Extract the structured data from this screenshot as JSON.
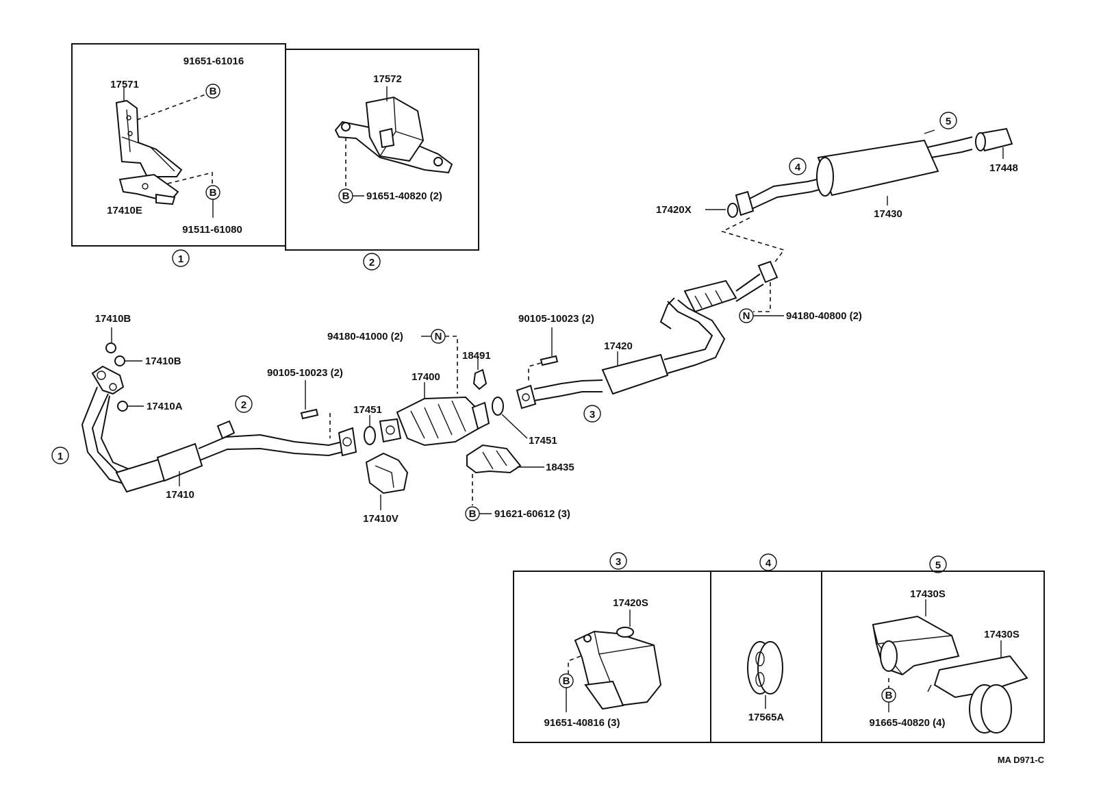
{
  "inset_labels": {
    "i1_bolt_top": "91651-61016",
    "i1_bracket": "17571",
    "i1_bracket_lower": "17410E",
    "i1_bolt_bottom": "91511-61080",
    "i2_mount": "17572",
    "i2_bolt": "91651-40820 (2)",
    "i3_mount": "17420S",
    "i3_bolt": "91651-40816 (3)",
    "i4_hanger": "17565A",
    "i5_mount_a": "17430S",
    "i5_mount_b": "17430S",
    "i5_bolt": "91665-40820 (4)"
  },
  "inset_numbers": {
    "n1": "1",
    "n2": "2",
    "n3": "3",
    "n4": "4",
    "n5": "5"
  },
  "main_labels": {
    "nut_17410b_top": "17410B",
    "nut_17410b_side": "17410B",
    "gasket_17410a": "17410A",
    "front_pipe": "17410",
    "bolt_left": "90105-10023 (2)",
    "gasket_17451_left": "17451",
    "insulator_17410v": "17410V",
    "nut_94180_41000": "94180-41000 (2)",
    "catalytic_converter": "17400",
    "clip_18491": "18491",
    "gasket_17451_right": "17451",
    "heat_insulator_18435": "18435",
    "bolt_91621": "91621-60612 (3)",
    "bolt_right": "90105-10023 (2)",
    "center_pipe": "17420",
    "nut_94180_40800": "94180-40800 (2)",
    "gasket_17420x": "17420X",
    "muffler": "17430",
    "tail_tip": "17448"
  },
  "main_callouts": {
    "c1": "1",
    "c2": "2",
    "c3": "3",
    "c4": "4",
    "c5": "5"
  },
  "fastener_marks": {
    "bolt": "B",
    "nut": "N"
  },
  "figure_code": "MA D971-C"
}
